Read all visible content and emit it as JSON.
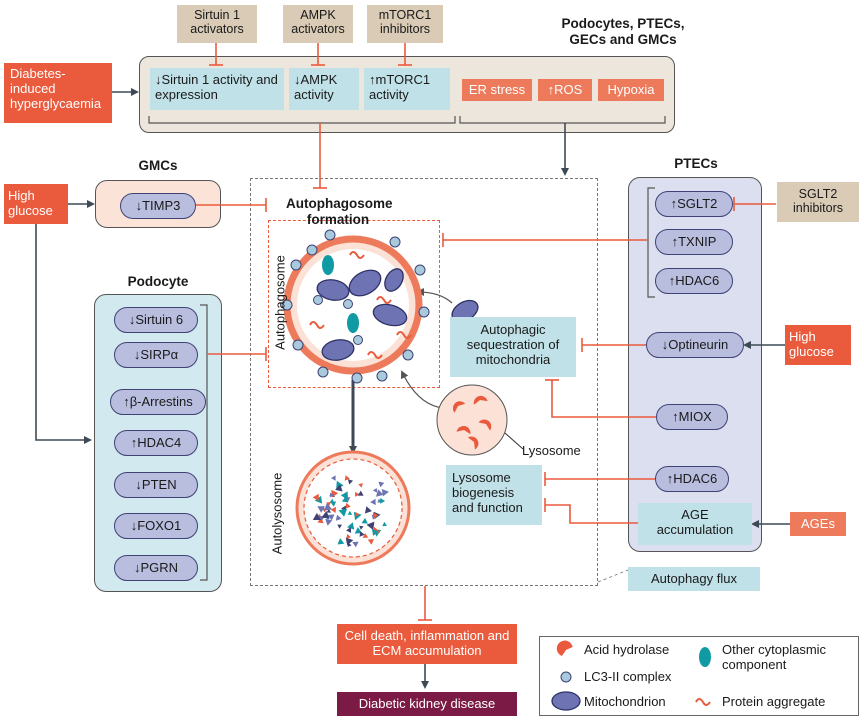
{
  "inhibitors": {
    "sirtuin": "Sirtuin 1 activators",
    "ampk": "AMPK activators",
    "mtorc1": "mTORC1 inhibitors",
    "sglt2": "SGLT2 inhibitors"
  },
  "top": {
    "diabetes": "Diabetes-induced hyperglycaemia",
    "cells_title": "Podocytes, PTECs, GECs and GMCs",
    "sirtuin_activity": "↓Sirtuin 1 activity and expression",
    "ampk_activity": "↓AMPK activity",
    "mtorc1_activity": "↑mTORC1 activity",
    "er_stress": "ER stress",
    "ros": "↑ROS",
    "hypoxia": "Hypoxia"
  },
  "gmc": {
    "title": "GMCs",
    "high_glucose": "High glucose",
    "timp3": "↓TIMP3"
  },
  "podocyte": {
    "title": "Podocyte",
    "items": [
      "↓Sirtuin 6",
      "↓SIRPα",
      "↑β-Arrestins",
      "↑HDAC4",
      "↓PTEN",
      "↓FOXO1",
      "↓PGRN"
    ]
  },
  "center": {
    "autophagosome_formation": "Autophagosome formation",
    "autophagosome": "Autophagosome",
    "autolysosome": "Autolysosome",
    "sequestration": "Autophagic sequestration of mitochondria",
    "lysosome": "Lysosome",
    "lysosome_function": "Lysosome biogenesis and function",
    "flux": "Autophagy flux"
  },
  "ptec": {
    "title": "PTECs",
    "items": [
      "↑SGLT2",
      "↑TXNIP",
      "↑HDAC6"
    ],
    "optineurin": "↓Optineurin",
    "miox": "↑MIOX",
    "hdac6b": "↑HDAC6",
    "age_accumulation": "AGE accumulation",
    "high_glucose": "High glucose",
    "ages": "AGEs"
  },
  "outcome": {
    "cell_death": "Cell death, inflammation and ECM accumulation",
    "dkd": "Diabetic kidney disease"
  },
  "legend": {
    "acid_hydrolase": "Acid hydrolase",
    "lc3": "LC3-II complex",
    "mitochondrion": "Mitochondrion",
    "other": "Other cytoplasmic component",
    "protein_aggregate": "Protein aggregate"
  },
  "colors": {
    "red": "#ea5a3c",
    "tan": "#d9cbb5",
    "blue": "#c0e1e8",
    "lavender": "#dcdff0",
    "pill": "#b9bedf",
    "maroon": "#7b1a45"
  }
}
